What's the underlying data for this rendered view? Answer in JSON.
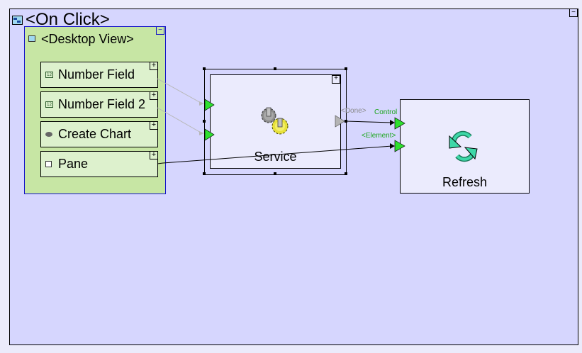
{
  "canvas": {
    "title": "<On Click>",
    "icon": "event-flow-icon",
    "collapse_symbol": "−"
  },
  "desktop_view": {
    "title": "<Desktop View>",
    "icon": "desktop-view-icon",
    "collapse_symbol": "−",
    "fields": [
      {
        "label": "Number Field",
        "icon": "number-field-icon",
        "expand_symbol": "+"
      },
      {
        "label": "Number Field 2",
        "icon": "number-field-icon",
        "expand_symbol": "+"
      },
      {
        "label": "Create Chart",
        "icon": "button-icon",
        "expand_symbol": "+"
      },
      {
        "label": "Pane",
        "icon": "pane-icon",
        "expand_symbol": "+"
      }
    ],
    "number_icon_text": "12"
  },
  "service": {
    "label": "Service",
    "icon": "gears-icon",
    "expand_symbol": "+",
    "output_port_label": "<Done>"
  },
  "refresh": {
    "label": "Refresh",
    "icon": "refresh-icon",
    "input_ports": [
      {
        "label": "Control"
      },
      {
        "label": "<Element>"
      }
    ]
  },
  "colors": {
    "canvas_bg": "#d6d6fe",
    "page_bg": "#ebebfb",
    "desktop_view_bg": "#c7e6a4",
    "field_bg": "#ddf1cd",
    "node_bg": "#ebebfd",
    "port_green": "#2ee02e",
    "port_gray": "#b4b4b4",
    "port_label_green": "#1aa51a",
    "port_label_gray": "#8a8a8a",
    "selection_blue": "#1010c8"
  }
}
